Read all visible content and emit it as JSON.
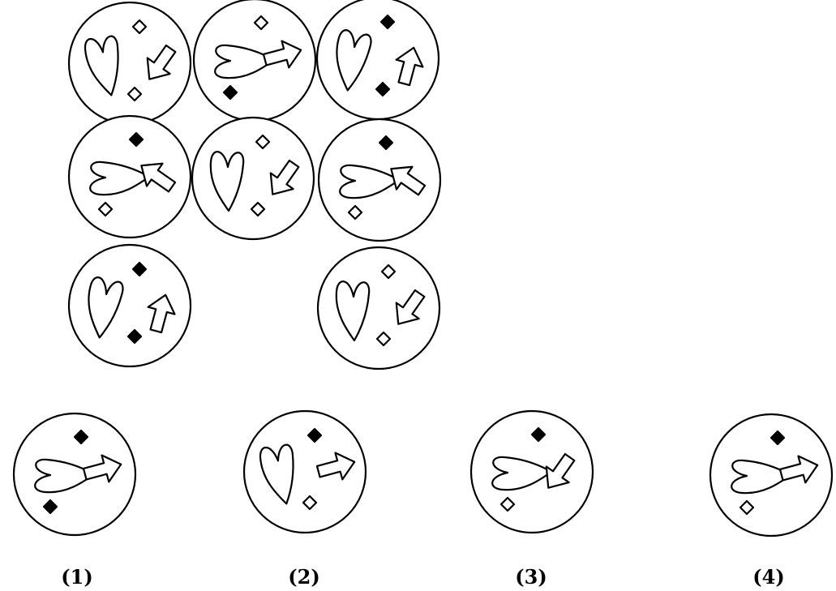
{
  "puzzle": {
    "grid": [
      {
        "row": 1,
        "col": 1,
        "heart": "up-tilt-left",
        "arrow": "down-left",
        "marks": [
          "hollow",
          "hollow"
        ]
      },
      {
        "row": 1,
        "col": 2,
        "heart": "sideways-left",
        "arrow": "right",
        "marks": [
          "hollow",
          "filled"
        ]
      },
      {
        "row": 1,
        "col": 3,
        "heart": "up-tilt-right",
        "arrow": "up",
        "marks": [
          "filled",
          "filled"
        ]
      },
      {
        "row": 2,
        "col": 1,
        "heart": "sideways-left",
        "arrow": "up-left",
        "marks": [
          "filled",
          "hollow"
        ]
      },
      {
        "row": 2,
        "col": 2,
        "heart": "up",
        "arrow": "down-left",
        "marks": [
          "hollow",
          "hollow"
        ]
      },
      {
        "row": 2,
        "col": 3,
        "heart": "sideways-left",
        "arrow": "up-left",
        "marks": [
          "filled",
          "hollow"
        ]
      },
      {
        "row": 3,
        "col": 1,
        "heart": "up-tilt-right",
        "arrow": "up",
        "marks": [
          "filled",
          "filled"
        ]
      },
      {
        "row": 3,
        "col": 3,
        "heart": "up",
        "arrow": "down-left",
        "marks": [
          "hollow",
          "hollow"
        ]
      }
    ],
    "options": [
      {
        "label": "(1)",
        "heart": "sideways-left",
        "arrow": "right",
        "marks": [
          "filled",
          "filled"
        ]
      },
      {
        "label": "(2)",
        "heart": "up-tilt-left",
        "arrow": "right",
        "marks": [
          "filled",
          "hollow"
        ]
      },
      {
        "label": "(3)",
        "heart": "sideways-left",
        "arrow": "down-left",
        "marks": [
          "filled",
          "hollow"
        ]
      },
      {
        "label": "(4)",
        "heart": "sideways-left",
        "arrow": "right",
        "marks": [
          "filled",
          "hollow"
        ]
      }
    ]
  },
  "colors": {
    "stroke": "#000000",
    "background": "#ffffff"
  }
}
